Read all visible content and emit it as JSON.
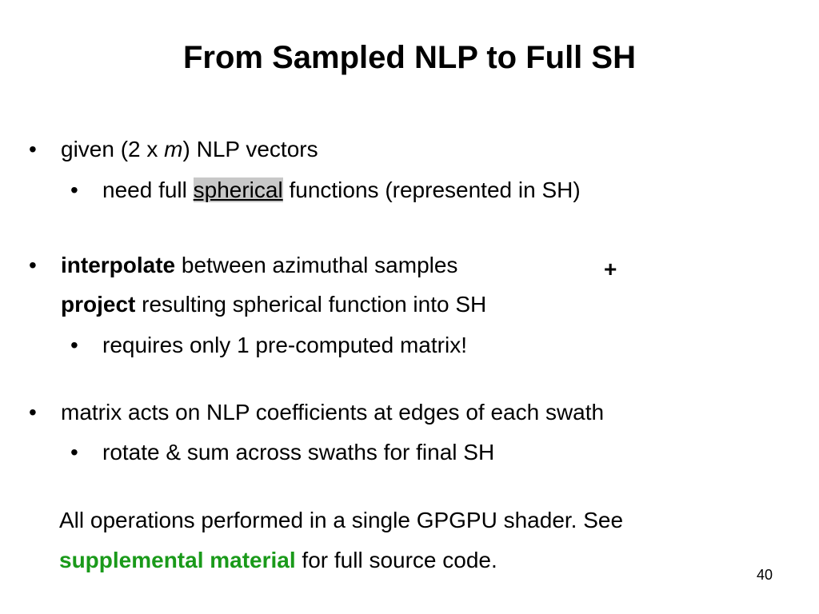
{
  "slide": {
    "title": "From Sampled NLP to Full SH",
    "bullet_char": "•",
    "bullets": [
      {
        "pre": "given (2 x ",
        "italic": "m",
        "post": ") NLP vectors"
      },
      {
        "pre": "need full ",
        "highlight": "spherical",
        "post": " functions (represented in SH)"
      },
      {
        "bold": "interpolate",
        "post": " between azimuthal samples"
      },
      {
        "bold": "project",
        "post": " resulting spherical function into SH"
      },
      {
        "text": "requires only 1 pre-computed matrix!"
      },
      {
        "text": "matrix acts on NLP coefficients at edges of each swath"
      },
      {
        "text": "rotate & sum across swaths for final SH"
      }
    ],
    "plus": "+",
    "note": {
      "line1": "All operations performed in a single GPGPU shader. See",
      "link": "supplemental material",
      "line2_post": " for full source code."
    },
    "page_number": "40"
  }
}
